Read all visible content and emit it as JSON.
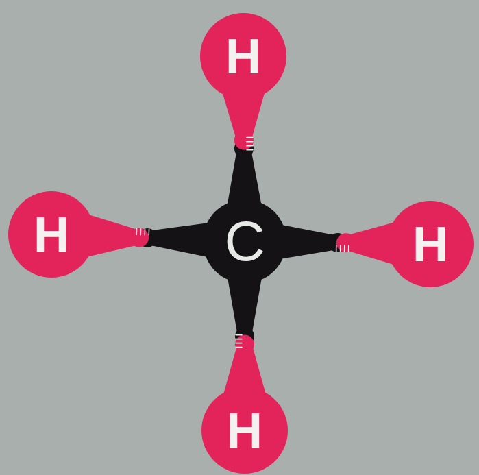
{
  "diagram": {
    "nodes": [
      {
        "text": [
          "H"
        ]
      },
      {
        "text": [
          "H"
        ]
      },
      {
        "text": [
          "C"
        ]
      },
      {
        "text": [
          "H"
        ]
      },
      {
        "text": [
          "H"
        ]
      }
    ],
    "edges": [
      {
        "from": 2,
        "to": 0,
        "arrow": "none"
      },
      {
        "from": 2,
        "to": 1,
        "arrow": "none"
      },
      {
        "from": 2,
        "to": 3,
        "arrow": "none"
      },
      {
        "from": 2,
        "to": 4,
        "arrow": "none"
      }
    ]
  }
}
